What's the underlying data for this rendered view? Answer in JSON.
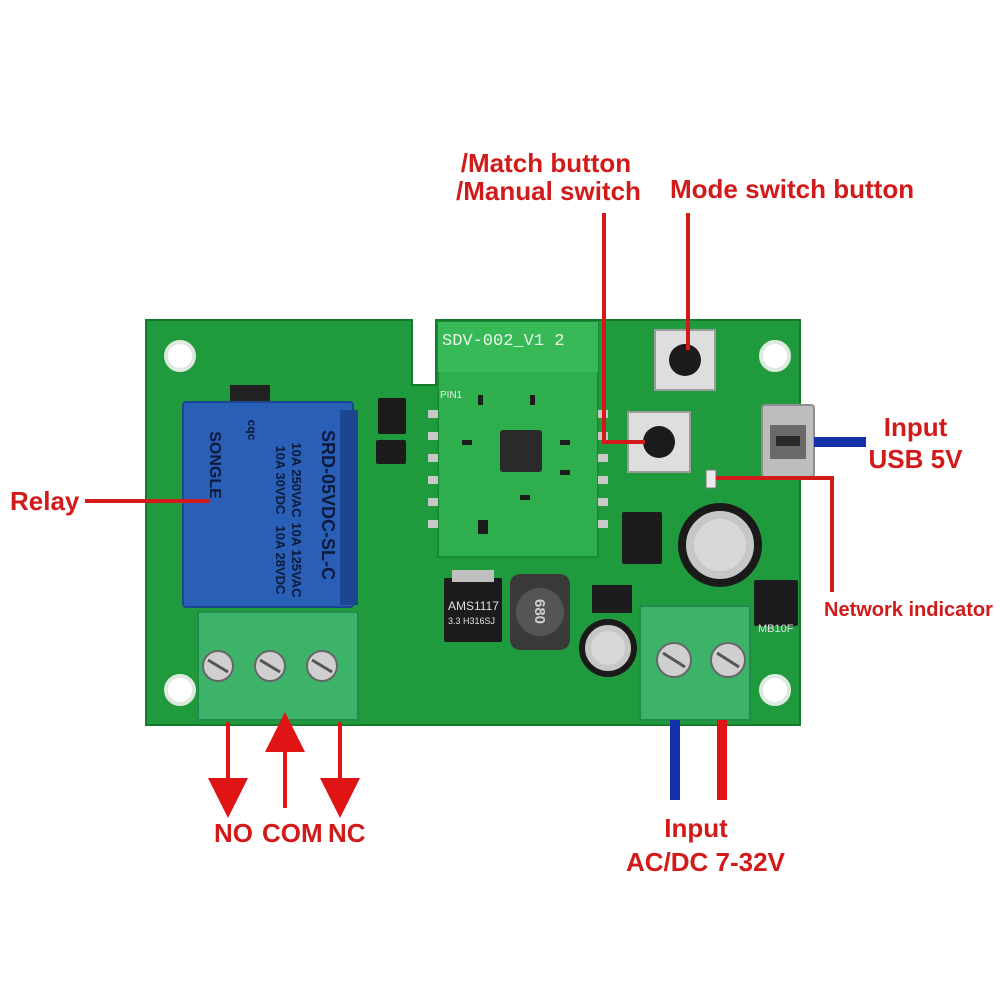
{
  "board": {
    "model_print": "SDV-002_V1 2",
    "pin_print": "PIN1",
    "relay": {
      "brand": "SONGLE",
      "model": "SRD-05VDC-SL-C",
      "rating_ac1": "10A 250VAC",
      "rating_ac2": "10A 125VAC",
      "rating_dc1": "10A 30VDC",
      "rating_dc2": "10A 28VDC",
      "cert": "cqc"
    },
    "regulator_print": "AMS1117",
    "regulator_sub": "3.3 H316SJ",
    "inductor_print": "680",
    "bridge_print": "MB10F"
  },
  "labels": {
    "match_line1": "/Match button",
    "match_line2": "/Manual switch",
    "mode_switch": "Mode switch button",
    "usb_line1": "Input",
    "usb_line2": "USB 5V",
    "relay": "Relay",
    "network_indicator": "Network indicator",
    "no": "NO",
    "com": "COM",
    "nc": "NC",
    "acdc_line1": "Input",
    "acdc_line2": "AC/DC 7-32V"
  },
  "colors": {
    "label_red": "#d21a1a",
    "pcb_green": "#1f9a3c",
    "relay_blue": "#2a5fb8",
    "terminal_green": "#3db36a",
    "wire_blue": "#1431a8",
    "wire_red": "#e01414"
  }
}
